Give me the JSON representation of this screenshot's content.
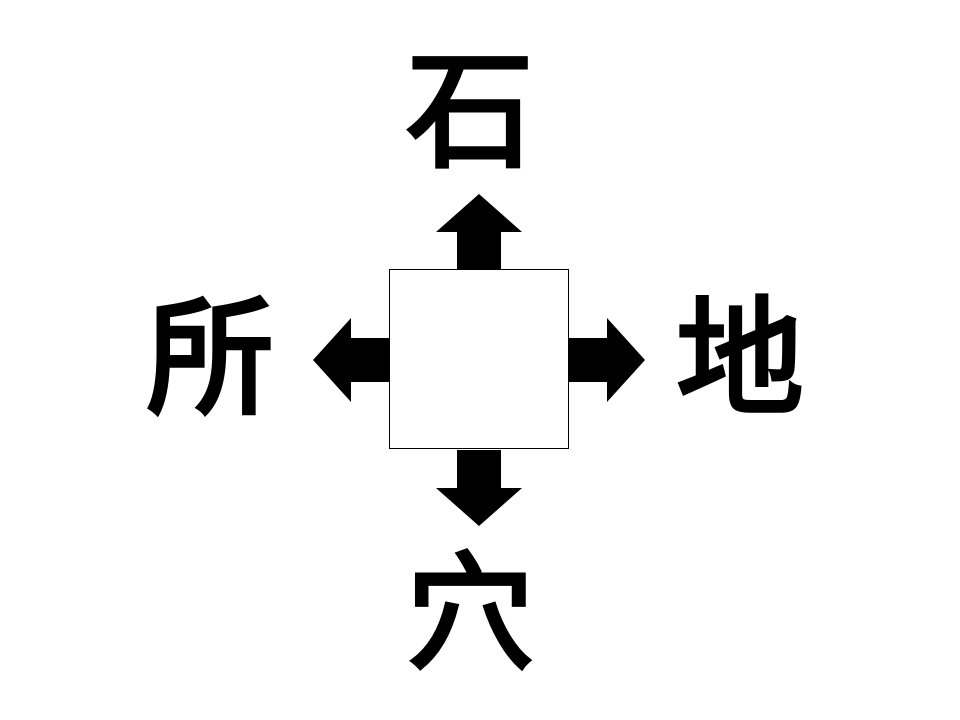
{
  "puzzle": {
    "top_char": "石",
    "bottom_char": "穴",
    "left_char": "所",
    "right_char": "地",
    "answer_box": ""
  },
  "colors": {
    "ink": "#000000",
    "background": "#ffffff"
  }
}
